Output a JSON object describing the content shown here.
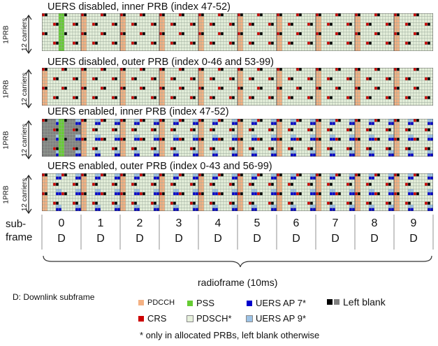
{
  "sections": [
    {
      "title": "UERS disabled, inner PRB (index 47-52)",
      "pss": true,
      "uers": false
    },
    {
      "title": "UERS disabled, outer PRB (index 0-46 and 53-99)",
      "pss": false,
      "uers": false
    },
    {
      "title": "UERS enabled, inner PRB (index 47-52)",
      "pss": true,
      "uers": true
    },
    {
      "title": "UERS enabled, outer PRB (index 0-43 and 56-99)",
      "pss": false,
      "uers": true
    }
  ],
  "axis_labels": {
    "prb": "1PRB",
    "carriers": "12 carriers"
  },
  "subframe_label_1": "sub-",
  "subframe_label_2": "frame",
  "subframes": [
    "0",
    "1",
    "2",
    "3",
    "4",
    "5",
    "6",
    "7",
    "8",
    "9"
  ],
  "subframe_type": "D",
  "radioframe_label": "radioframe (10ms)",
  "footnote_d": "D: Downlink subframe",
  "legend": {
    "pdcch": "PDCCH",
    "pss": "PSS",
    "uers7": "UERS AP 7*",
    "blank": "Left blank",
    "crs": "CRS",
    "pdsch": "PDSCH*",
    "uers9": "UERS AP 9*",
    "note": "* only in allocated PRBs, left blank otherwise"
  },
  "colors": {
    "pdcch": "#f4b183",
    "pss": "#66cc33",
    "uers7": "#0000cc",
    "uers9": "#9dc3e6",
    "crs": "#cc0000",
    "pdsch": "#e6f0dc",
    "blank_dark": "#000000",
    "blank_light": "#808080"
  }
}
